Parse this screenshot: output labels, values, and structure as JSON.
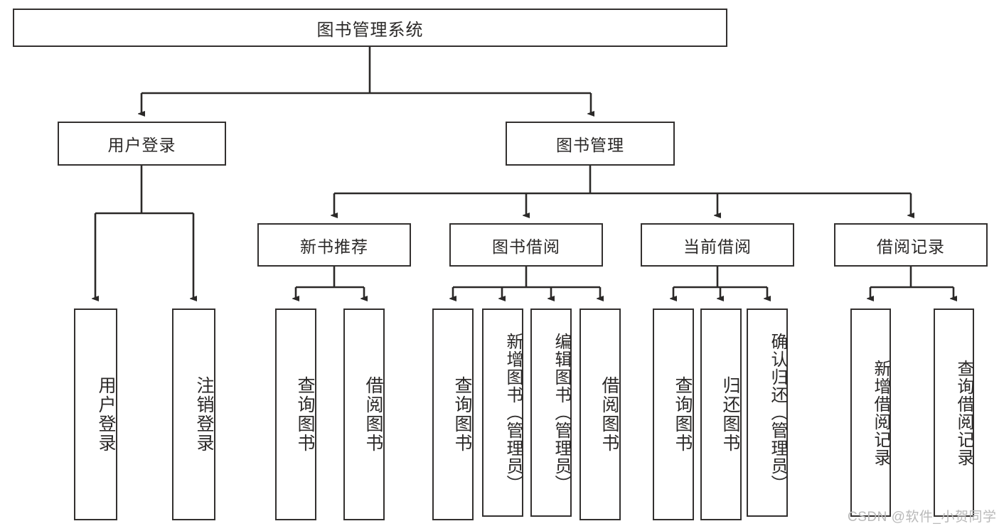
{
  "diagram": {
    "title": "图书管理系统",
    "type": "hierarchy-tree",
    "theme": {
      "box_border": "#33302f",
      "box_fill": "#ffffff",
      "line": "#2b2928",
      "text": "#2b2928",
      "watermark": "#b9b9b9"
    },
    "watermark": "CSDN @软件_小贺同学",
    "levels": {
      "level1": [
        {
          "id": "root",
          "label": "图书管理系统",
          "orientation": "horizontal"
        }
      ],
      "level2": [
        {
          "id": "user-login",
          "label": "用户登录",
          "orientation": "horizontal",
          "parent": "root"
        },
        {
          "id": "book-manage",
          "label": "图书管理",
          "orientation": "horizontal",
          "parent": "root"
        }
      ],
      "level3": [
        {
          "id": "new-book-recommend",
          "label": "新书推荐",
          "orientation": "horizontal",
          "parent": "book-manage"
        },
        {
          "id": "book-borrow",
          "label": "图书借阅",
          "orientation": "horizontal",
          "parent": "book-manage"
        },
        {
          "id": "current-borrow",
          "label": "当前借阅",
          "orientation": "horizontal",
          "parent": "book-manage"
        },
        {
          "id": "borrow-record",
          "label": "借阅记录",
          "orientation": "horizontal",
          "parent": "book-manage"
        }
      ],
      "leaves": [
        {
          "id": "leaf-user-login",
          "label": "用户登录",
          "orientation": "vertical",
          "parent": "user-login"
        },
        {
          "id": "leaf-logout-login",
          "label": "注销登录",
          "orientation": "vertical",
          "parent": "user-login"
        },
        {
          "id": "leaf-query-book-1",
          "label": "查询图书",
          "orientation": "vertical",
          "parent": "new-book-recommend"
        },
        {
          "id": "leaf-borrow-book-1",
          "label": "借阅图书",
          "orientation": "vertical",
          "parent": "new-book-recommend"
        },
        {
          "id": "leaf-query-book-2",
          "label": "查询图书",
          "orientation": "vertical",
          "parent": "book-borrow"
        },
        {
          "id": "leaf-add-book-admin",
          "label": "新增图书（管理员）",
          "orientation": "vertical",
          "parent": "book-borrow"
        },
        {
          "id": "leaf-edit-book-admin",
          "label": "编辑图书（管理员）",
          "orientation": "vertical",
          "parent": "book-borrow"
        },
        {
          "id": "leaf-borrow-book-2",
          "label": "借阅图书",
          "orientation": "vertical",
          "parent": "book-borrow"
        },
        {
          "id": "leaf-query-book-3",
          "label": "查询图书",
          "orientation": "vertical",
          "parent": "current-borrow"
        },
        {
          "id": "leaf-return-book",
          "label": "归还图书",
          "orientation": "vertical",
          "parent": "current-borrow"
        },
        {
          "id": "leaf-confirm-return-admin",
          "label": "确认归还（管理员）",
          "orientation": "vertical",
          "parent": "current-borrow"
        },
        {
          "id": "leaf-add-borrow-record",
          "label": "新增借阅记录",
          "orientation": "vertical",
          "parent": "borrow-record"
        },
        {
          "id": "leaf-query-borrow-record",
          "label": "查询借阅记录",
          "orientation": "vertical",
          "parent": "borrow-record"
        }
      ]
    }
  }
}
